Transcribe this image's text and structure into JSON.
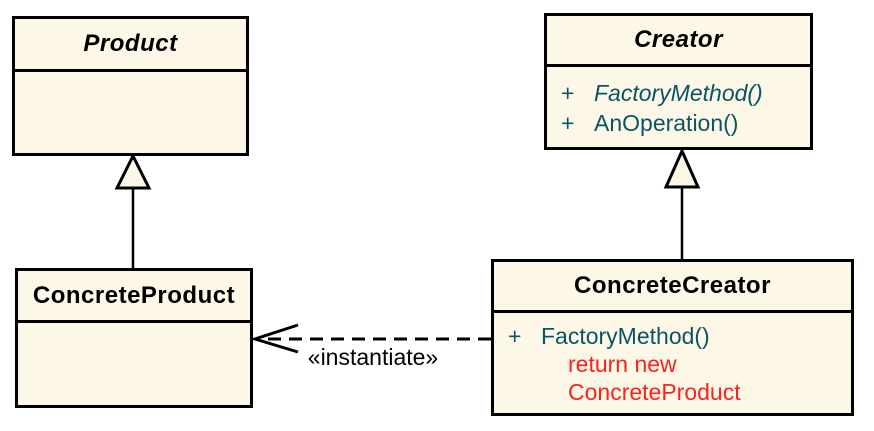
{
  "colors": {
    "box_fill": "#FDF7E8",
    "border": "#000000",
    "method_text": "#0B5563",
    "code_note_text": "#F8231C"
  },
  "classes": {
    "product": {
      "name": "Product"
    },
    "creator": {
      "name": "Creator",
      "methods": [
        {
          "visibility": "+",
          "signature": "FactoryMethod()"
        },
        {
          "visibility": "+",
          "signature": "AnOperation()"
        }
      ]
    },
    "concrete_product": {
      "name": "ConcreteProduct"
    },
    "concrete_creator": {
      "name": "ConcreteCreator",
      "methods": [
        {
          "visibility": "+",
          "signature": "FactoryMethod()"
        }
      ],
      "code_note": [
        "return new",
        "ConcreteProduct"
      ]
    }
  },
  "relationships": {
    "instantiate_label": "«instantiate»"
  }
}
